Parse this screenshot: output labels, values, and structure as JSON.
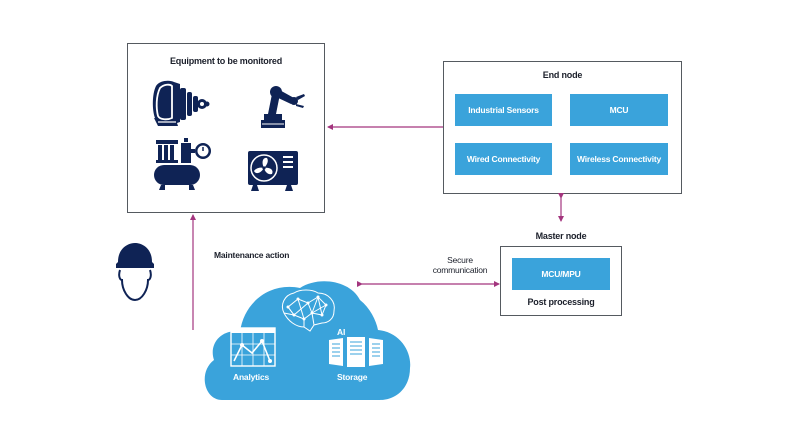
{
  "colors": {
    "navy": "#0f2355",
    "chip_blue": "#3aa3db",
    "cloud_blue": "#3aa3db",
    "arrow_magenta": "#a3357e",
    "border": "#555a60"
  },
  "equipment_box": {
    "title": "Equipment to be monitored",
    "icons": [
      "motor-icon",
      "robot-arm-icon",
      "air-compressor-icon",
      "hvac-fan-unit-icon"
    ]
  },
  "end_node": {
    "title": "End node",
    "chips": [
      "Industrial Sensors",
      "MCU",
      "Wired Connectivity",
      "Wireless Connectivity"
    ]
  },
  "master_node": {
    "title": "Master node",
    "chip": "MCU/MPU",
    "subtitle": "Post processing"
  },
  "labels": {
    "maintenance_action": "Maintenance action",
    "secure_communication_line1": "Secure",
    "secure_communication_line2": "communication"
  },
  "cloud": {
    "items": [
      "AI",
      "Analytics",
      "Storage"
    ]
  },
  "worker": {
    "icon": "worker-hardhat-icon"
  }
}
